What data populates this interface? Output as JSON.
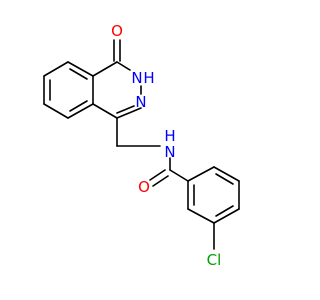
{
  "diagram": {
    "type": "chemical-structure",
    "atom_labels": {
      "carbonyl_oxygen_top": "O",
      "ring_nh_h": "H",
      "ring_nh_n": "N",
      "ring_n": "N",
      "amide_n": "N",
      "amide_h": "H",
      "amide_oxygen": "O",
      "chlorine": "Cl"
    },
    "colors": {
      "bond": "#000000",
      "oxygen": "#ff0000",
      "nitrogen": "#0000ff",
      "chlorine": "#00a000"
    }
  }
}
